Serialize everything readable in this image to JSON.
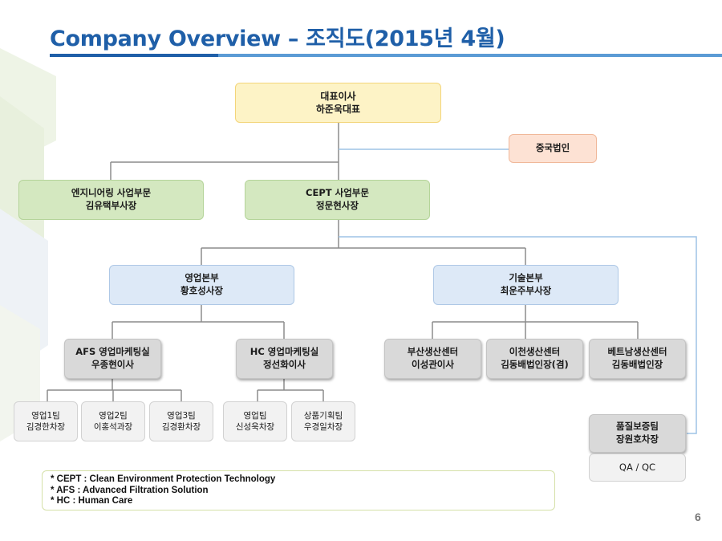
{
  "title": "Company Overview – 조직도(2015년 4월)",
  "ceo": {
    "role": "대표이사",
    "name": "하준욱대표"
  },
  "china": {
    "label": "중국법인"
  },
  "engineering": {
    "role": "엔지니어링 사업부문",
    "name": "김유택부사장"
  },
  "cept": {
    "role": "CEPT 사업부문",
    "name": "정문현사장"
  },
  "sales_hq": {
    "role": "영업본부",
    "name": "황호성사장"
  },
  "tech_hq": {
    "role": "기술본부",
    "name": "최운주부사장"
  },
  "afs": {
    "role": "AFS 영업마케팅실",
    "name": "우종현이사"
  },
  "hc": {
    "role": "HC 영업마케팅실",
    "name": "정선화이사"
  },
  "busan": {
    "role": "부산생산센터",
    "name": "이성관이사"
  },
  "icheon": {
    "role": "이천생산센터",
    "name": "김동배법인장(겸)"
  },
  "vietnam": {
    "role": "베트남생산센터",
    "name": "김동배법인장"
  },
  "teams": [
    {
      "role": "영업1팀",
      "name": "김경한차장"
    },
    {
      "role": "영업2팀",
      "name": "이홍석과장"
    },
    {
      "role": "영업3팀",
      "name": "김경환차장"
    },
    {
      "role": "영업팀",
      "name": "신성욱차장"
    },
    {
      "role": "상품기획팀",
      "name": "우경일차장"
    }
  ],
  "quality": {
    "role": "품질보증팀",
    "name": "장원호차장",
    "sub": "QA / QC"
  },
  "notes": [
    "* CEPT : Clean Environment Protection Technology",
    "* AFS : Advanced Filtration Solution",
    "* HC : Human Care"
  ],
  "page_number": "6",
  "colors": {
    "title": "#1f5fa8",
    "accent_line": "#5b9bd5",
    "connector": "#8c8c8c",
    "blue_connector": "#9dc3e6"
  }
}
